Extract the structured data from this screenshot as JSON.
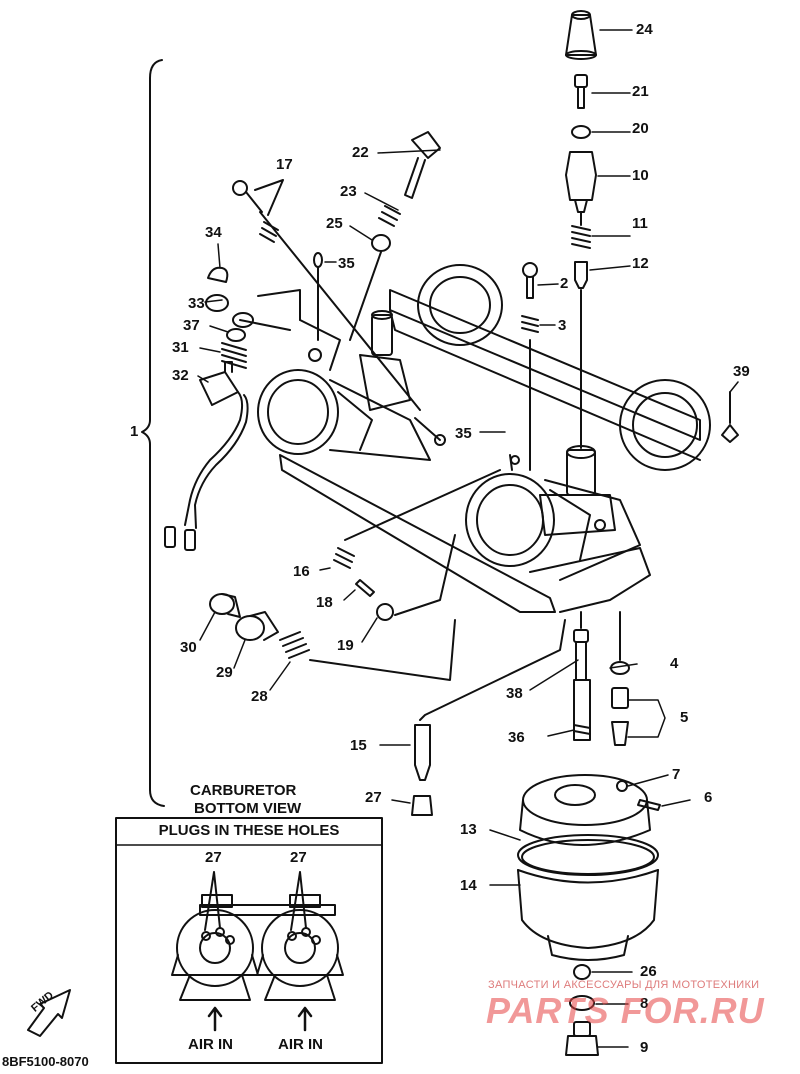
{
  "diagram": {
    "part_numbers": [
      "24",
      "21",
      "20",
      "10",
      "11",
      "12",
      "2",
      "3",
      "39",
      "22",
      "23",
      "25",
      "17",
      "35",
      "34",
      "33",
      "37",
      "31",
      "32",
      "1",
      "35",
      "16",
      "18",
      "19",
      "30",
      "29",
      "28",
      "4",
      "5",
      "38",
      "36",
      "15",
      "7",
      "6",
      "27",
      "13",
      "14",
      "26",
      "8",
      "9"
    ],
    "bottom_view_caption": [
      "CARBURETOR",
      "BOTTOM VIEW"
    ],
    "inset": {
      "title": "PLUGS IN THESE HOLES",
      "left_label": "27",
      "right_label": "27",
      "air_in_left": "AIR IN",
      "air_in_right": "AIR IN"
    },
    "drawing_code": "8BF5100-8070",
    "fwd_label": "FWD"
  },
  "watermark": {
    "tagline": "ЗАПЧАСТИ И АКСЕССУАРЫ ДЛЯ МОТОТЕХНИКИ",
    "site": "PARTS FOR.RU",
    "color": "#e64545"
  }
}
